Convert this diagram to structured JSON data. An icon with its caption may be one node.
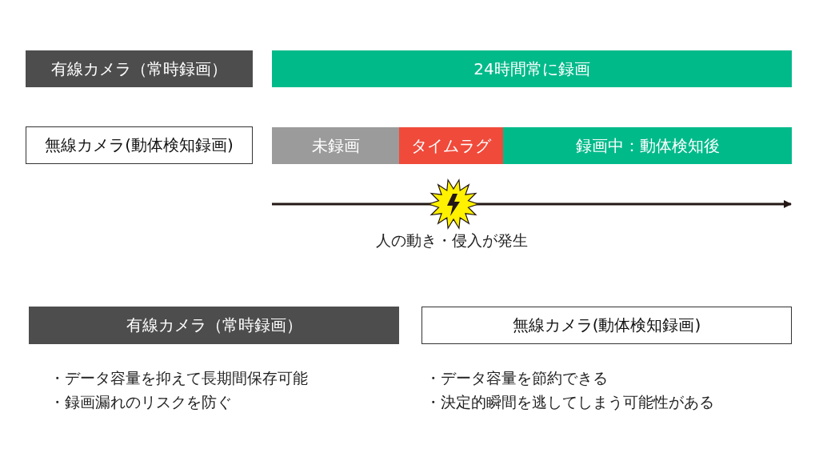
{
  "diagram": {
    "nodes": [
      {
        "text": [
          "有線カメラ（常時録画）"
        ]
      },
      {
        "text": [
          "24時間常に録画"
        ]
      },
      {
        "text": [
          "無線カメラ(動体検知録画)"
        ]
      },
      {
        "text": [
          "未録画"
        ]
      },
      {
        "text": [
          "タイムラグ"
        ]
      },
      {
        "text": [
          "録画中：動体検知後"
        ]
      },
      {
        "text": [
          "有線カメラ（常時録画）"
        ]
      },
      {
        "text": [
          "無線カメラ(動体検知録画)"
        ]
      }
    ],
    "labels": [
      "人の動き・侵入が発生",
      "・データ容量を抑えて長期間保存可能",
      "・録画漏れのリスクを防ぐ",
      "・データ容量を節約できる",
      "・決定的瞬間を逃してしまう可能性がある"
    ]
  }
}
